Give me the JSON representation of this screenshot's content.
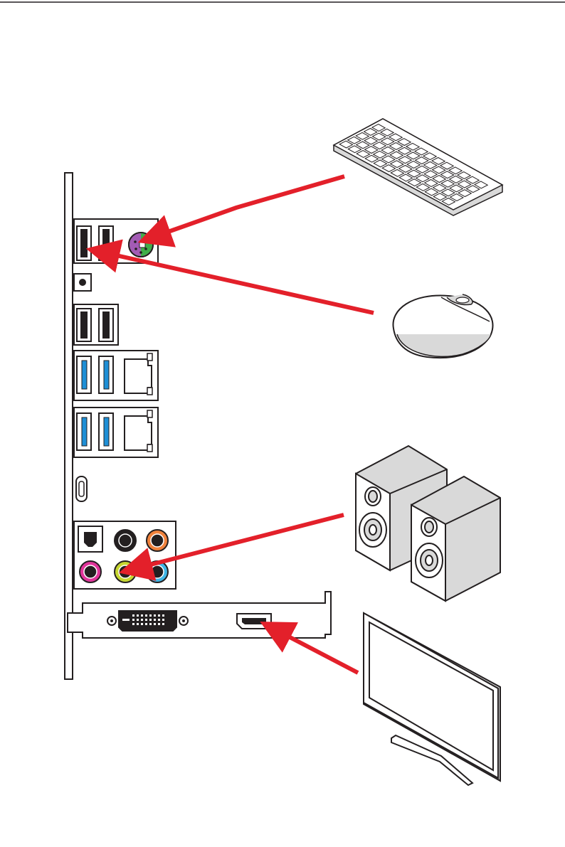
{
  "colors": {
    "arrow": "#e3202a",
    "outline": "#231f20",
    "usb3_blue": "#1e8fd6",
    "ps2_green": "#3fae49",
    "ps2_purple": "#a35bb5",
    "audio_black": "#231f20",
    "audio_orange": "#f0823c",
    "audio_pink": "#e0349a",
    "audio_lime": "#c6d631",
    "audio_blue": "#3fb6e6",
    "device_fill": "#ffffff",
    "device_shade": "#d9d9d9"
  },
  "io_panel": {
    "ports": [
      {
        "name": "ps2-port",
        "icon": "ps2-combo-icon"
      },
      {
        "name": "usb2-port",
        "icon": "usb-icon",
        "count": 4
      },
      {
        "name": "usb3-port",
        "icon": "usb-icon",
        "count": 4
      },
      {
        "name": "lan-port",
        "icon": "rj45-icon",
        "count": 2
      },
      {
        "name": "usb-type-c-port",
        "icon": "usb-c-icon"
      },
      {
        "name": "optical-spdif-port",
        "icon": "optical-icon"
      },
      {
        "name": "audio-jack",
        "icon": "audio-jack-icon",
        "count": 5
      }
    ]
  },
  "graphics_card": {
    "ports": [
      {
        "name": "dvi-port",
        "icon": "dvi-icon"
      },
      {
        "name": "hdmi-port",
        "icon": "hdmi-icon"
      }
    ]
  },
  "devices": [
    {
      "name": "keyboard",
      "icon": "keyboard-icon",
      "connects_to": "ps2-port"
    },
    {
      "name": "mouse",
      "icon": "mouse-icon",
      "connects_to": "usb2-port"
    },
    {
      "name": "speakers",
      "icon": "speakers-icon",
      "connects_to": "audio-jack"
    },
    {
      "name": "monitor",
      "icon": "monitor-icon",
      "connects_to": "hdmi-port"
    }
  ]
}
